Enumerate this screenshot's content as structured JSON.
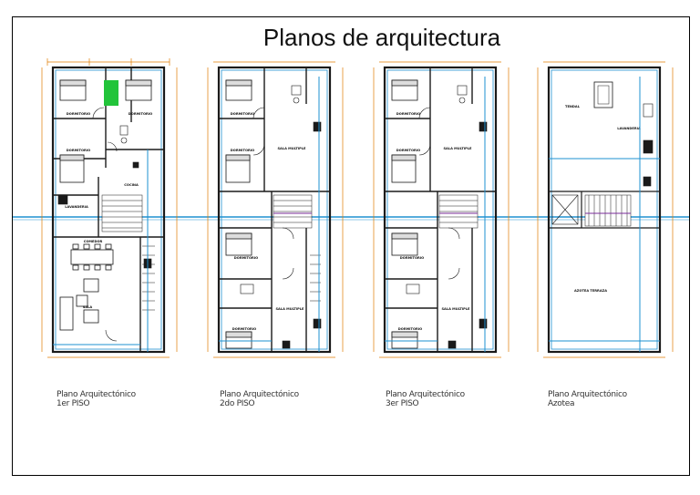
{
  "sheet": {
    "title": "Planos de arquitectura"
  },
  "colors": {
    "wall": "#1a1a1a",
    "accent": "#1e90d0",
    "dimension": "#e07b00",
    "stair": "#7a2b9a",
    "garden": "#22c43a"
  },
  "plans": [
    {
      "caption_line1": "Plano Arquitectónico",
      "caption_line2": "1er PISO",
      "rooms": [
        "DORMITORIO",
        "DORMITORIO",
        "DORMITORIO",
        "LAVANDERIA",
        "COCINA",
        "COMEDOR",
        "SALA"
      ]
    },
    {
      "caption_line1": "Plano Arquitectónico",
      "caption_line2": "2do PISO",
      "rooms": [
        "DORMITORIO",
        "DORMITORIO",
        "SALA MULTIPLE",
        "DORMITORIO",
        "DORMITORIO",
        "SALA MULTIPLE"
      ]
    },
    {
      "caption_line1": "Plano Arquitectónico",
      "caption_line2": "3er PISO",
      "rooms": [
        "DORMITORIO",
        "DORMITORIO",
        "SALA MULTIPLE",
        "DORMITORIO",
        "DORMITORIO",
        "SALA MULTIPLE"
      ]
    },
    {
      "caption_line1": "Plano Arquitectónico",
      "caption_line2": "Azotea",
      "rooms": [
        "TENDAL",
        "LAVANDERIA",
        "AZOTEA TERRAZA"
      ]
    }
  ]
}
